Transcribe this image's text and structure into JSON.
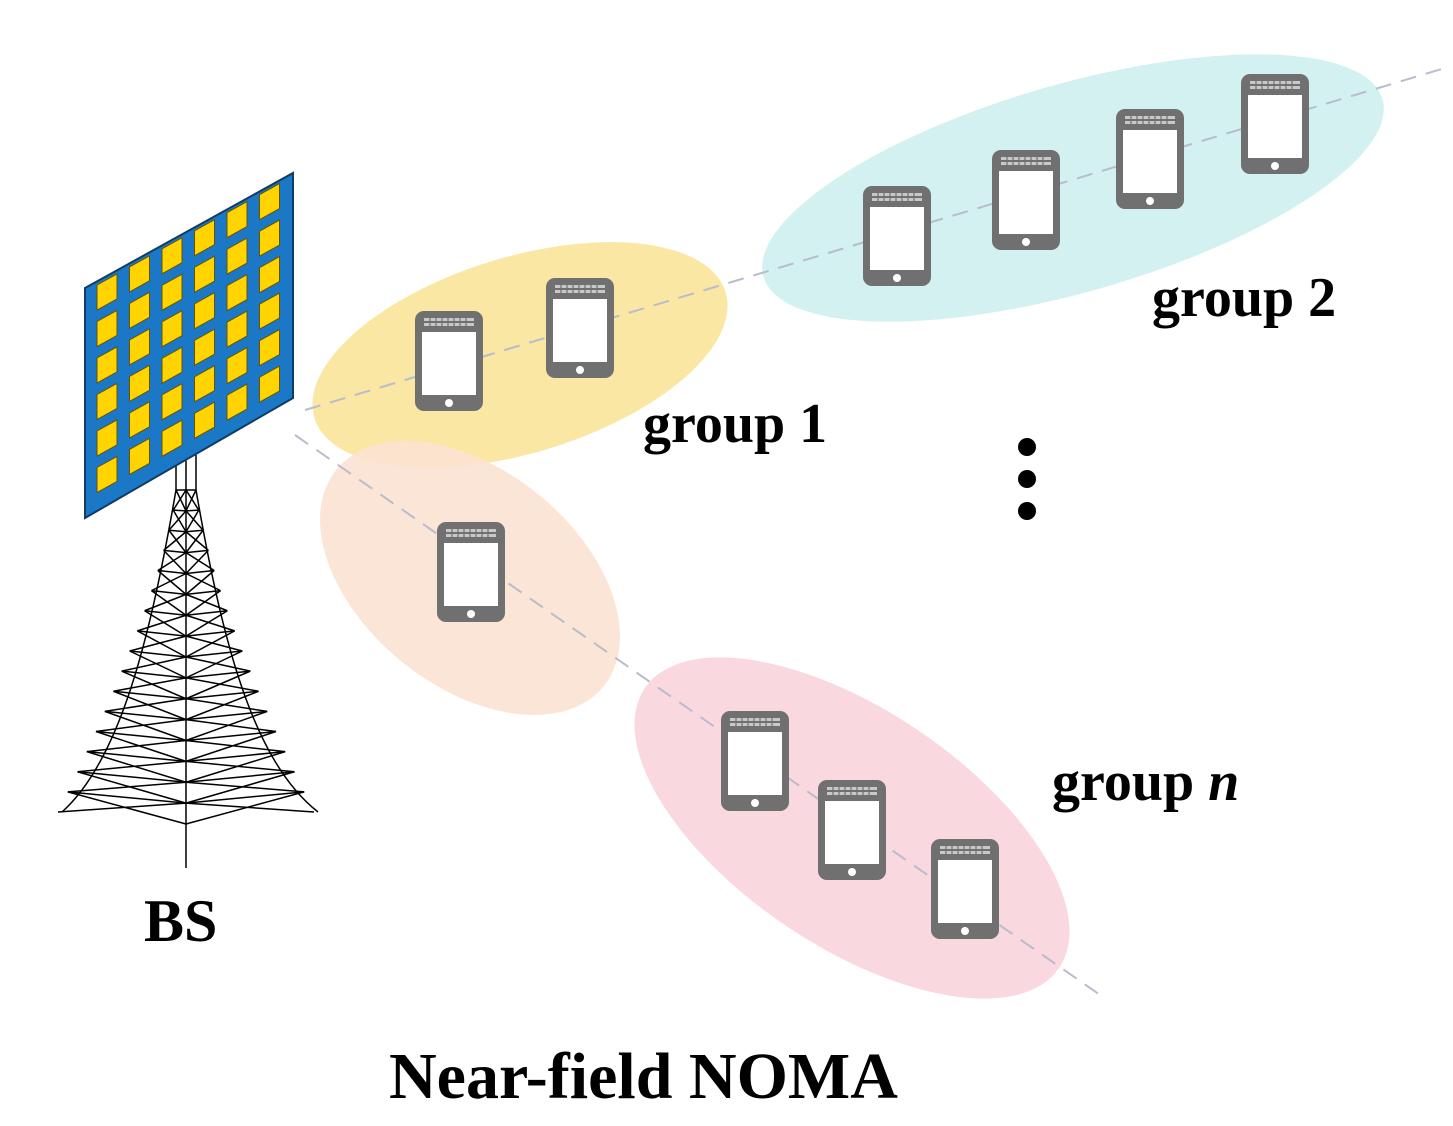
{
  "title": "Near-field NOMA",
  "base_station": {
    "label": "BS",
    "icon": "antenna-tower-icon"
  },
  "groups": [
    {
      "id": "group-1",
      "label_prefix": "group ",
      "label_index": "1",
      "index_italic": false,
      "color": "#f9e49a",
      "device_count": 2
    },
    {
      "id": "group-2",
      "label_prefix": "group ",
      "label_index": "2",
      "index_italic": false,
      "color": "#cdf0ee",
      "device_count": 4
    },
    {
      "id": "group-mid",
      "label_prefix": "",
      "label_index": "",
      "index_italic": false,
      "color": "#fbe2d2",
      "device_count": 1
    },
    {
      "id": "group-n",
      "label_prefix": "group ",
      "label_index": "n",
      "index_italic": true,
      "color": "#f9d4dc",
      "device_count": 3
    }
  ],
  "colors": {
    "panel": "#1a78c7",
    "antenna_element": "#ffd400",
    "device": "#707070",
    "beam_line": "#b8bccc"
  },
  "device_icon": "smartphone-icon",
  "ellipsis_icon": "vertical-ellipsis-icon"
}
